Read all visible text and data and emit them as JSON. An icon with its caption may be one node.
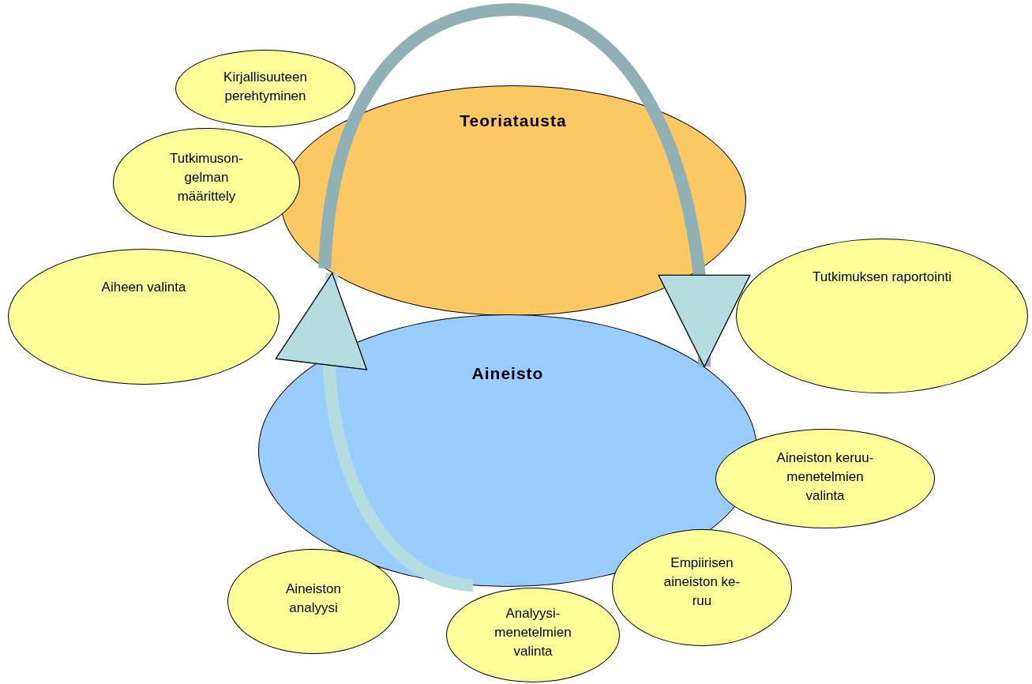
{
  "diagram": {
    "nodes": [
      {
        "text": [
          "Kirjallisuuteen perehtyminen"
        ]
      },
      {
        "text": [
          "Teoriatausta"
        ]
      },
      {
        "text": [
          "Tutkimuson- gelman määrittely"
        ]
      },
      {
        "text": [
          "Aiheen valinta"
        ]
      },
      {
        "text": [
          "Tutkimuksen raportointi"
        ]
      },
      {
        "text": [
          "Aineisto"
        ]
      },
      {
        "text": [
          "Aineiston keruu- menetelmien valinta"
        ]
      },
      {
        "text": [
          "Aineiston analyysi"
        ]
      },
      {
        "text": [
          "Empiirisen aineiston ke- ruu"
        ]
      },
      {
        "text": [
          "Analyysi- menetelmien valinta"
        ]
      }
    ],
    "edges": [
      {
        "from": 1,
        "to": 5,
        "arrow": "to"
      },
      {
        "from": 5,
        "to": 1,
        "arrow": "to"
      }
    ]
  }
}
